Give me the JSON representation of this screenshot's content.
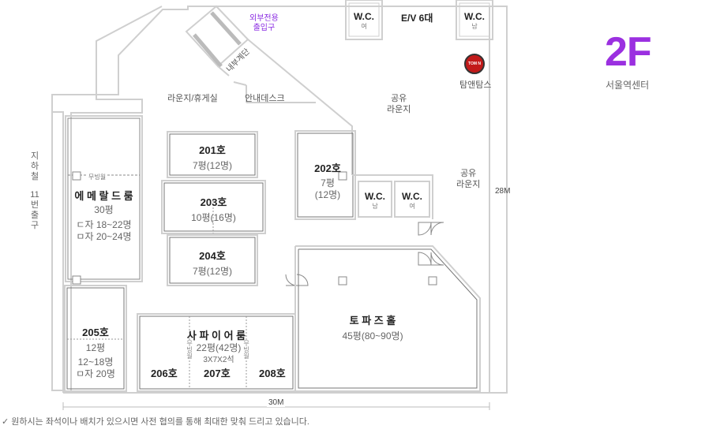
{
  "floor": {
    "number": "2F",
    "building": "서울역센터"
  },
  "outside_entrance": {
    "line1": "외부전용",
    "line2": "출입구"
  },
  "stairs_label": "내부계단",
  "lounge_rest": "라운지/휴게실",
  "info_desk": "안내데스크",
  "shared_lounge_1": {
    "line1": "공유",
    "line2": "라운지"
  },
  "shared_lounge_2": {
    "line1": "공유",
    "line2": "라운지"
  },
  "brand": {
    "name": "탐앤탐스",
    "logo_text": "TOM N TOMS"
  },
  "restrooms": {
    "top_left": {
      "label": "W.C.",
      "sub": "여"
    },
    "top_right": {
      "label": "W.C.",
      "sub": "남"
    },
    "mid_left": {
      "label": "W.C.",
      "sub": "남"
    },
    "mid_right": {
      "label": "W.C.",
      "sub": "여"
    }
  },
  "elevator": "E/V 6대",
  "subway_exit": [
    "지",
    "하",
    "철",
    "",
    "11",
    "번",
    "출",
    "구"
  ],
  "partition_label": "무빙월",
  "partition_chars": [
    "무",
    "빙",
    "월"
  ],
  "rooms": {
    "emerald": {
      "name": "에 메 랄 드 룸",
      "size": "30평",
      "u_shape": "ㄷ자 18~22명",
      "l_shape": "ㅁ자 20~24명"
    },
    "r201": {
      "name": "201호",
      "size": "7평(12명)"
    },
    "r203": {
      "name": "203호",
      "size": "10평(16명)"
    },
    "r204": {
      "name": "204호",
      "size": "7평(12명)"
    },
    "r202": {
      "name": "202호",
      "size1": "7평",
      "size2": "(12명)"
    },
    "r205": {
      "name": "205호",
      "size": "12평",
      "u_shape": "12~18명",
      "l_shape": "ㅁ자 20명"
    },
    "sapphire": {
      "name": "사 파 이 어 룸",
      "size": "22평(42명)",
      "seats": "3X7X2석"
    },
    "r206": {
      "name": "206호"
    },
    "r207": {
      "name": "207호"
    },
    "r208": {
      "name": "208호"
    },
    "topaz": {
      "name": "토 파 즈 홀",
      "size": "45평(80~90명)"
    }
  },
  "dimensions": {
    "width": "30M",
    "height": "28M"
  },
  "footnote": {
    "icon": "check-icon",
    "text": "원하시는 좌석이나 배치가 있으시면 사전 협의를 통해 최대한 맞춰 드리고 있습니다."
  },
  "colors": {
    "accent": "#9b30e0",
    "wall": "#cfcfcf",
    "inner_wall": "#555555",
    "text": "#222222"
  }
}
